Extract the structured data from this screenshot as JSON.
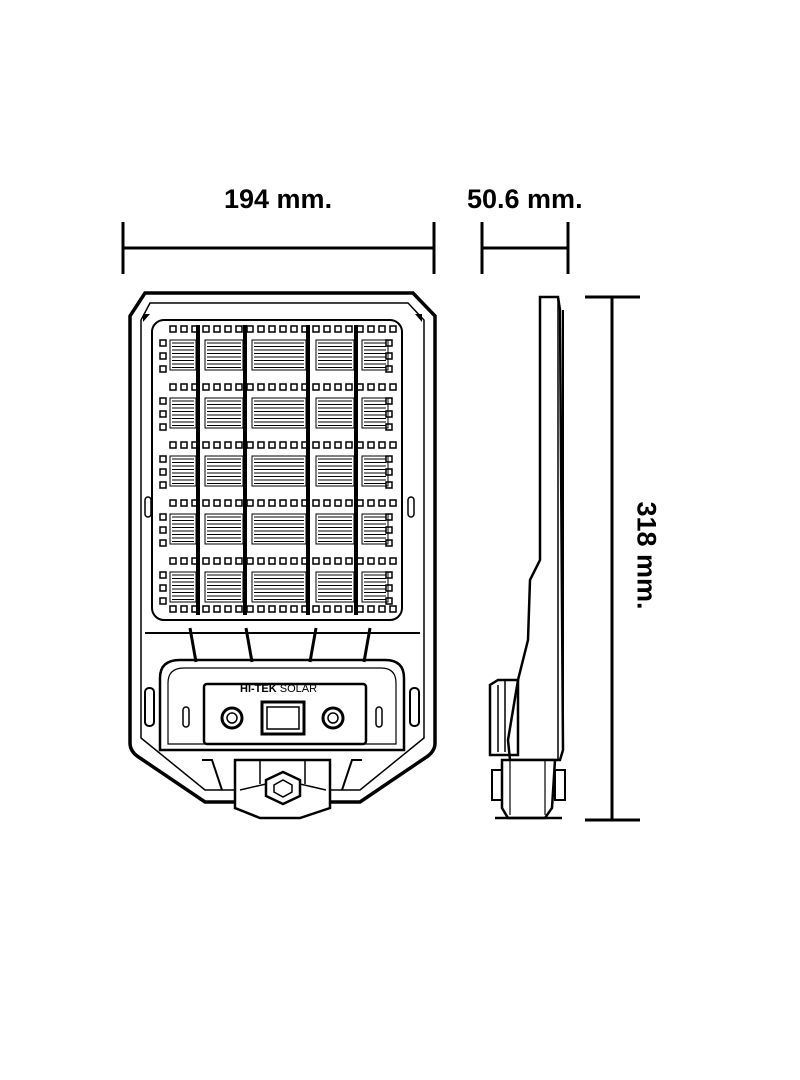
{
  "dimensions": {
    "width_label": "194 mm.",
    "depth_label": "50.6 mm.",
    "height_label": "318 mm."
  },
  "brand": {
    "name_bold": "HI-TEK",
    "name_light": "SOLAR"
  },
  "colors": {
    "line": "#000000",
    "panel_fill": "#ffffff"
  }
}
